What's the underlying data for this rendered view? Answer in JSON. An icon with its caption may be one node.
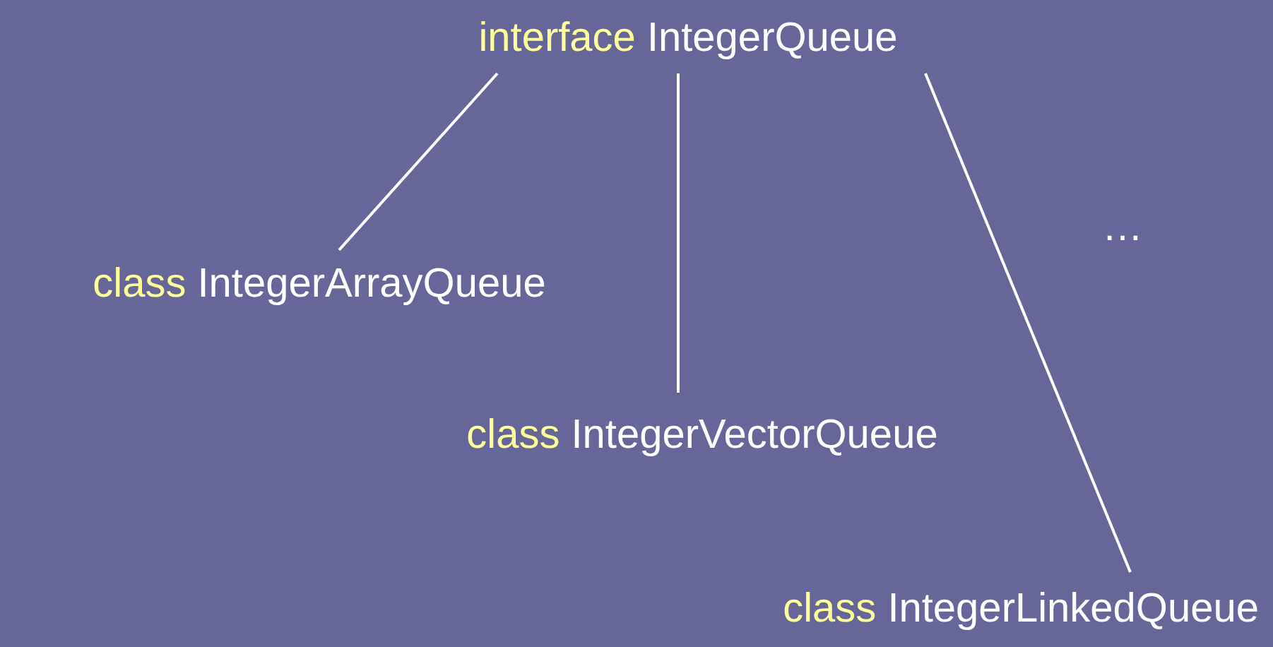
{
  "diagram": {
    "nodes": [
      {
        "text": [
          "interface",
          "IntegerQueue"
        ]
      },
      {
        "text": [
          "class",
          "IntegerArrayQueue"
        ]
      },
      {
        "text": [
          "class",
          "IntegerVectorQueue"
        ]
      },
      {
        "text": [
          "class",
          "IntegerLinkedQueue"
        ]
      }
    ],
    "edges": [
      {
        "from": 0,
        "to": 1,
        "arrow": "none"
      },
      {
        "from": 0,
        "to": 2,
        "arrow": "none"
      },
      {
        "from": 0,
        "to": 3,
        "arrow": "none"
      }
    ],
    "labels": [
      "…"
    ]
  }
}
